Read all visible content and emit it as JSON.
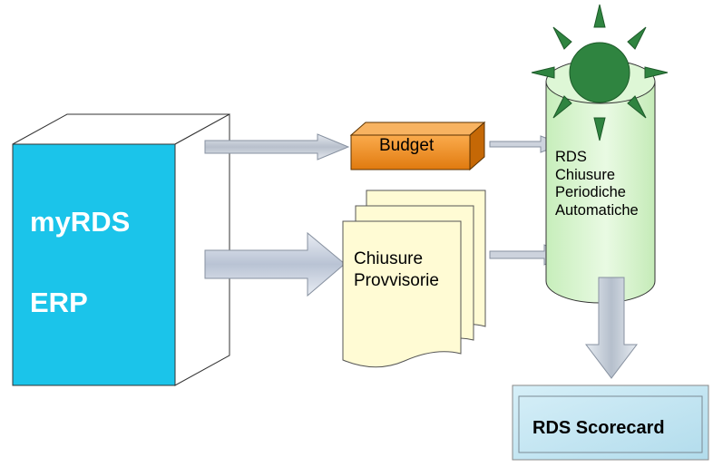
{
  "erp_box": {
    "title": "myRDS",
    "subtitle": "ERP",
    "color": "#1bc4ea"
  },
  "budget": {
    "label": "Budget",
    "color": "#f5901e"
  },
  "provisional_closings": {
    "line1": "Chiusure",
    "line2": "Provvisorie",
    "color": "#fffbd4"
  },
  "rds_cylinder": {
    "line1": "RDS",
    "line2": "Chiusure",
    "line3": "Periodiche",
    "line4": "Automatiche",
    "color": "#d8f5cf",
    "sun_color": "#2f8440"
  },
  "scorecard": {
    "label": "RDS Scorecard",
    "color": "#c4e5f1"
  },
  "arrows": {
    "color": "#cdd3dd"
  }
}
